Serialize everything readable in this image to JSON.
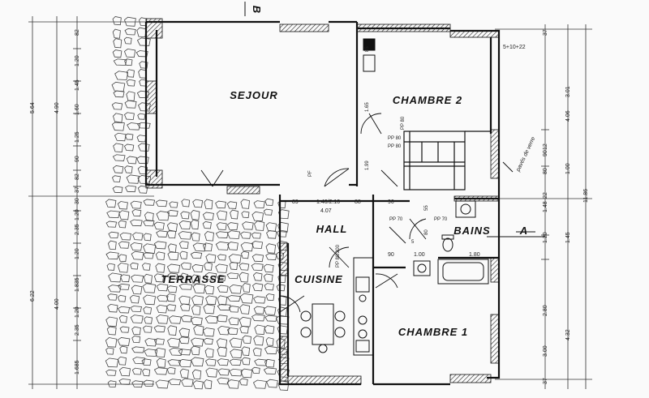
{
  "rooms": {
    "sejour": "SEJOUR",
    "chambre2": "CHAMBRE 2",
    "hall": "HALL",
    "bains": "BAINS",
    "terrasse": "TERRASSE",
    "cuisine": "CUISINE",
    "chambre1": "CHAMBRE 1"
  },
  "section_marks": {
    "a": "A",
    "b": "B"
  },
  "dims": {
    "left_outer": [
      "5.64",
      "6.22"
    ],
    "left_mid": [
      "4.90",
      "4.00"
    ],
    "left_inner": [
      "82",
      "1.20",
      "1.45",
      "1.60",
      "1.25",
      "90",
      "82",
      "37",
      "30",
      "1.20",
      "2.35",
      "1.20",
      "1.835",
      "1.20",
      "2.35",
      "1.685"
    ],
    "right_outer": [
      "11.86"
    ],
    "right_mid": [
      "3.01",
      "4.06",
      "1.00",
      "1.45",
      "4.32"
    ],
    "right_inner": [
      "37",
      "12",
      "90",
      "80",
      "22",
      "1.48",
      "1.20",
      "2.80",
      "3.00",
      "37"
    ],
    "hall_row": [
      "89",
      "1.40/2.10",
      "88",
      "90",
      "4.07"
    ],
    "bath_row": [
      "90",
      "1.00",
      "1.80",
      "55",
      "80",
      "5"
    ],
    "misc": [
      "85",
      "1.65",
      "1.99",
      "PP 80",
      "PP 80",
      "PP 80",
      "PF",
      "PP 70",
      "PP 70",
      "PP 80/200",
      "5+10+22"
    ]
  },
  "notes": {
    "glass": "pavés de verre"
  }
}
